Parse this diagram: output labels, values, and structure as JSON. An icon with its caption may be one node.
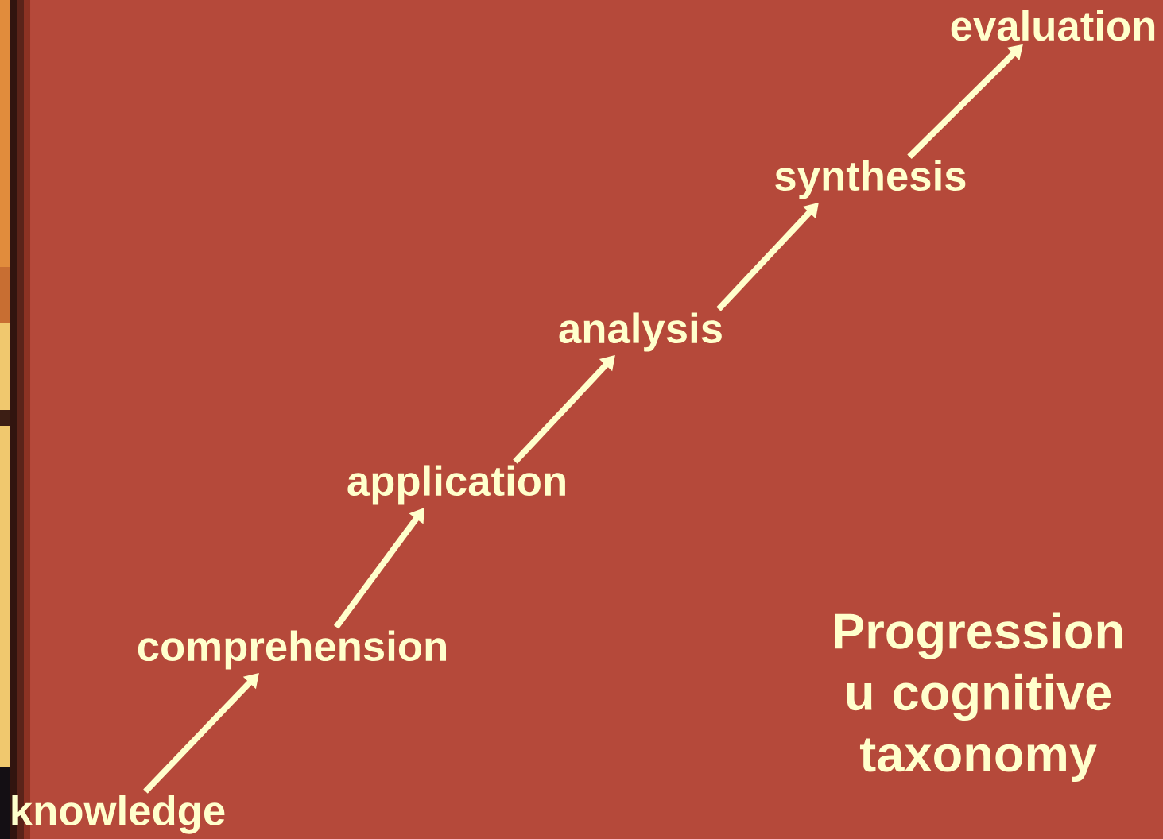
{
  "diagram": {
    "nodes": [
      {
        "text": [
          "knowledge"
        ]
      },
      {
        "text": [
          "comprehension"
        ]
      },
      {
        "text": [
          "application"
        ]
      },
      {
        "text": [
          "analysis"
        ]
      },
      {
        "text": [
          "synthesis"
        ]
      },
      {
        "text": [
          "evaluation"
        ]
      }
    ],
    "edges": [
      {
        "from": 0,
        "to": 1,
        "arrow": "to"
      },
      {
        "from": 1,
        "to": 2,
        "arrow": "to"
      },
      {
        "from": 2,
        "to": 3,
        "arrow": "to"
      },
      {
        "from": 3,
        "to": 4,
        "arrow": "to"
      },
      {
        "from": 4,
        "to": 5,
        "arrow": "to"
      }
    ],
    "labels": [
      "Progression u cognitive taxonomy"
    ]
  }
}
